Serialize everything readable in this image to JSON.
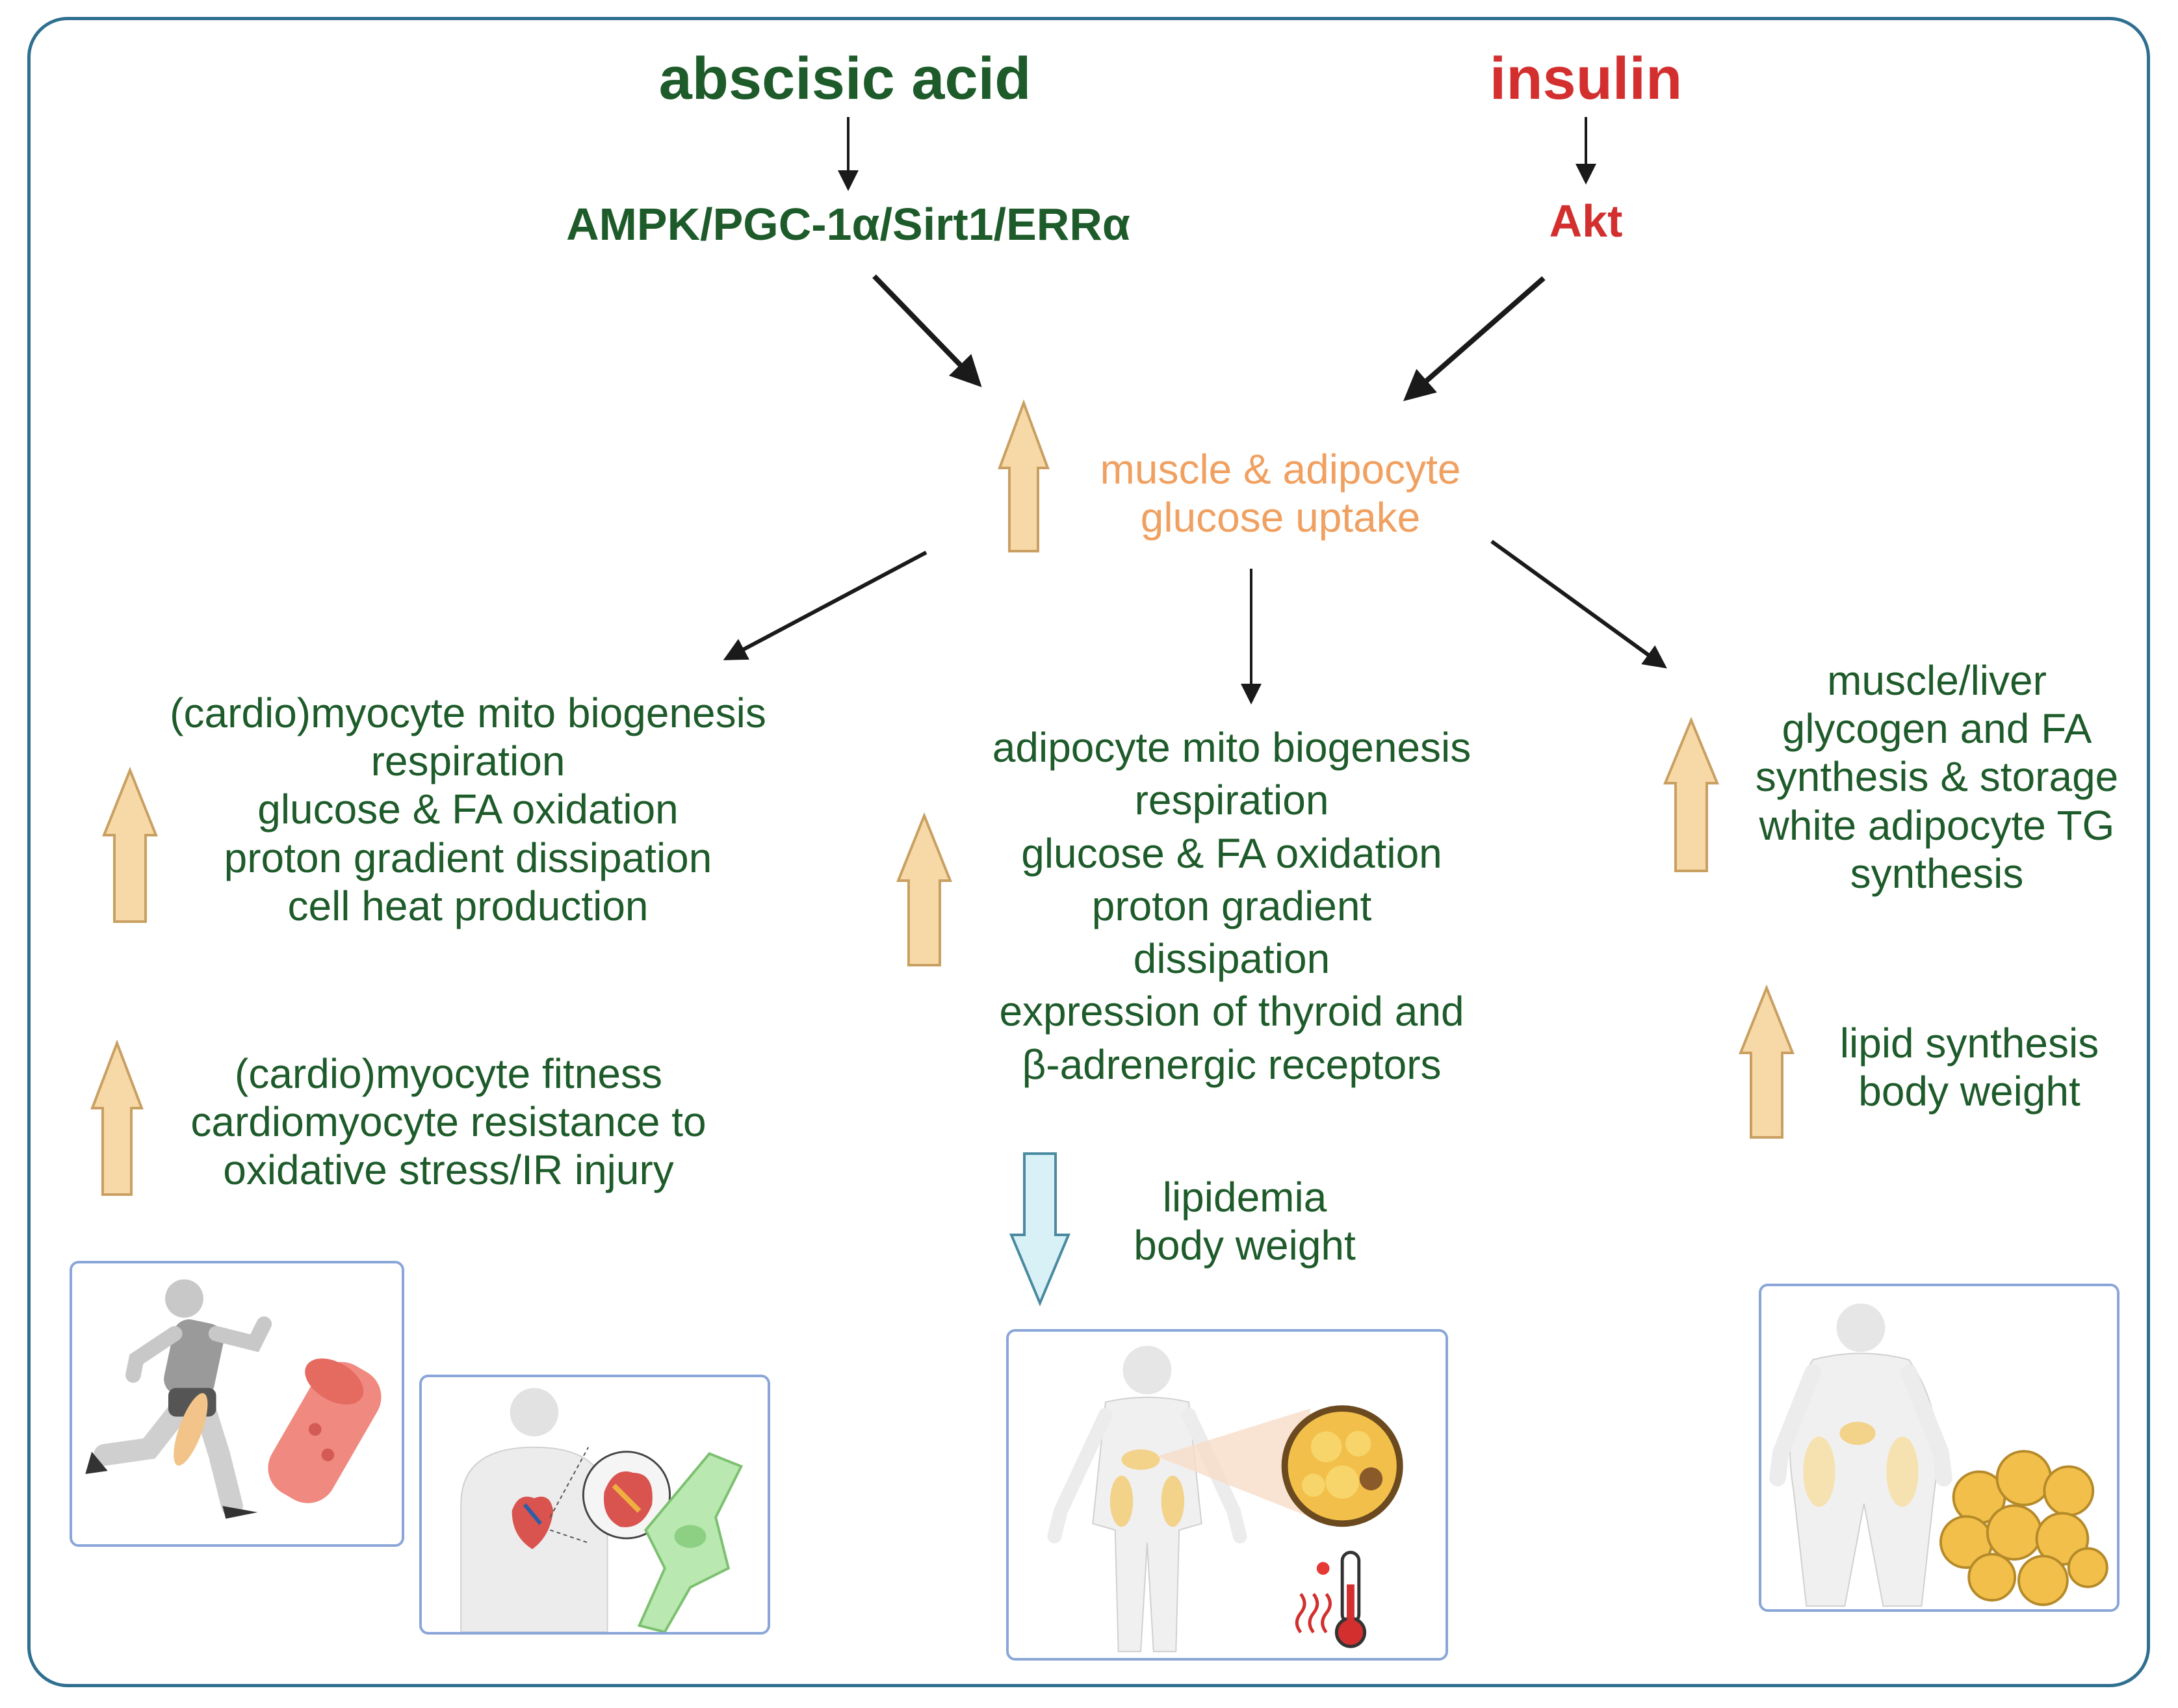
{
  "diagram": {
    "sources": {
      "aba": {
        "title": "abscisic acid",
        "pathway": "AMPK/PGC-1α/Sirt1/ERRα",
        "color": "#1e5b2a"
      },
      "insulin": {
        "title": "insulin",
        "pathway": "Akt",
        "color": "#d32f2f"
      }
    },
    "center": {
      "lines": [
        "muscle & adipocyte",
        "glucose uptake"
      ],
      "color": "#f0a060",
      "direction": "up"
    },
    "left": {
      "effects": {
        "lines": [
          "(cardio)myocyte mito biogenesis",
          "respiration",
          "glucose & FA oxidation",
          "proton gradient dissipation",
          "cell heat production"
        ],
        "direction": "up"
      },
      "outcome": {
        "lines": [
          "(cardio)myocyte fitness",
          "cardiomyocyte resistance to",
          "oxidative stress/IR injury"
        ],
        "direction": "up"
      },
      "panels": [
        {
          "icon": "runner-muscle-illustration"
        },
        {
          "icon": "heart-cardiomyocyte-illustration"
        }
      ]
    },
    "middle": {
      "effects": {
        "lines": [
          "adipocyte mito biogenesis",
          "respiration",
          "glucose & FA oxidation",
          "proton gradient",
          "dissipation",
          "expression of thyroid and",
          "β-adrenergic receptors"
        ],
        "direction": "up"
      },
      "outcome": {
        "lines": [
          "lipidemia",
          "body weight"
        ],
        "direction": "down"
      },
      "panels": [
        {
          "icon": "lean-body-adipocyte-thermometer-illustration"
        }
      ]
    },
    "right": {
      "effects": {
        "lines": [
          "muscle/liver",
          "glycogen and FA",
          "synthesis & storage",
          "white adipocyte TG",
          "synthesis"
        ],
        "direction": "up"
      },
      "outcome": {
        "lines": [
          "lipid synthesis",
          "body weight"
        ],
        "direction": "up"
      },
      "panels": [
        {
          "icon": "obese-body-fat-cells-illustration"
        }
      ]
    },
    "colors": {
      "frame": "#2f6f8f",
      "text_green": "#1e5b2a",
      "up_arrow_fill": "#f7d9a8",
      "up_arrow_stroke": "#c9a062",
      "down_arrow_fill": "#d8f1f6",
      "down_arrow_stroke": "#4a8aa0",
      "connector": "#1a1a1a",
      "panel_border": "#8aa6d8"
    }
  }
}
